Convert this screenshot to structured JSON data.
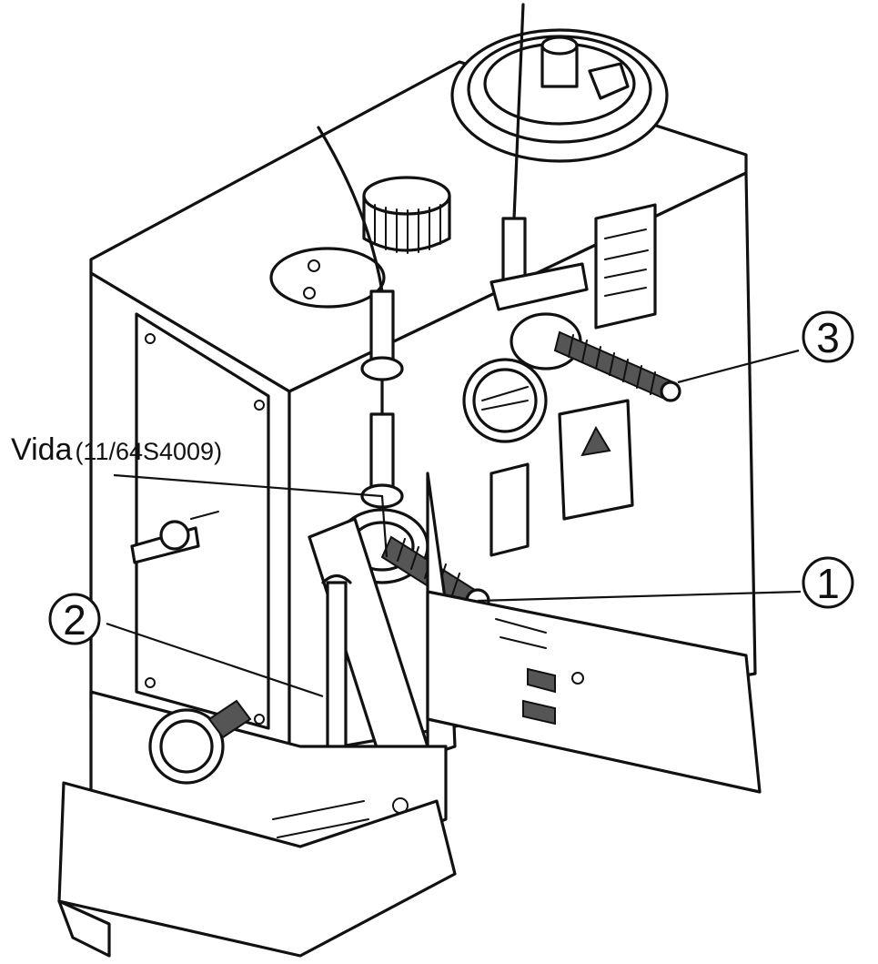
{
  "callouts": {
    "one": "1",
    "two": "2",
    "three": "3"
  },
  "screw_label": {
    "name": "Vida",
    "code": "(11/64S4009)"
  }
}
